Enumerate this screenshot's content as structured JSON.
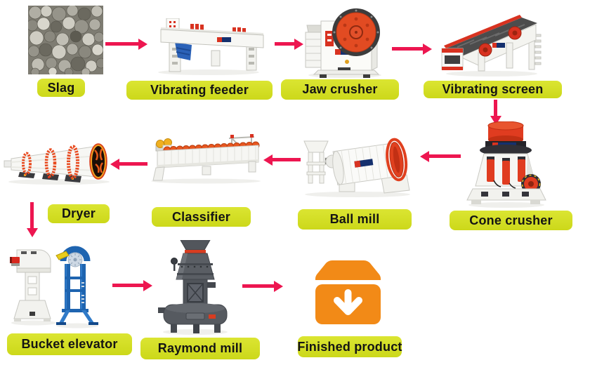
{
  "diagram": {
    "type": "process-flow",
    "colors": {
      "background": "#ffffff",
      "label_bg": "#d3df25",
      "label_text": "#141414",
      "arrow": "#ed1650",
      "machine_red": "#e03c20",
      "machine_blue": "#1e64b0",
      "product_orange": "#f28a17"
    },
    "stages": [
      {
        "id": "slag",
        "label": "Slag"
      },
      {
        "id": "vibrating-feeder",
        "label": "Vibrating feeder"
      },
      {
        "id": "jaw-crusher",
        "label": "Jaw crusher"
      },
      {
        "id": "vibrating-screen",
        "label": "Vibrating screen"
      },
      {
        "id": "cone-crusher",
        "label": "Cone crusher"
      },
      {
        "id": "ball-mill",
        "label": "Ball mill"
      },
      {
        "id": "classifier",
        "label": "Classifier"
      },
      {
        "id": "dryer",
        "label": "Dryer"
      },
      {
        "id": "bucket-elevator",
        "label": "Bucket elevator"
      },
      {
        "id": "raymond-mill",
        "label": "Raymond mill"
      },
      {
        "id": "finished-product",
        "label": "Finished product"
      }
    ],
    "connections": [
      {
        "from": "slag",
        "to": "vibrating-feeder"
      },
      {
        "from": "vibrating-feeder",
        "to": "jaw-crusher"
      },
      {
        "from": "jaw-crusher",
        "to": "vibrating-screen"
      },
      {
        "from": "vibrating-screen",
        "to": "cone-crusher"
      },
      {
        "from": "cone-crusher",
        "to": "ball-mill"
      },
      {
        "from": "ball-mill",
        "to": "classifier"
      },
      {
        "from": "classifier",
        "to": "dryer"
      },
      {
        "from": "dryer",
        "to": "bucket-elevator"
      },
      {
        "from": "bucket-elevator",
        "to": "raymond-mill"
      },
      {
        "from": "raymond-mill",
        "to": "finished-product"
      }
    ]
  }
}
